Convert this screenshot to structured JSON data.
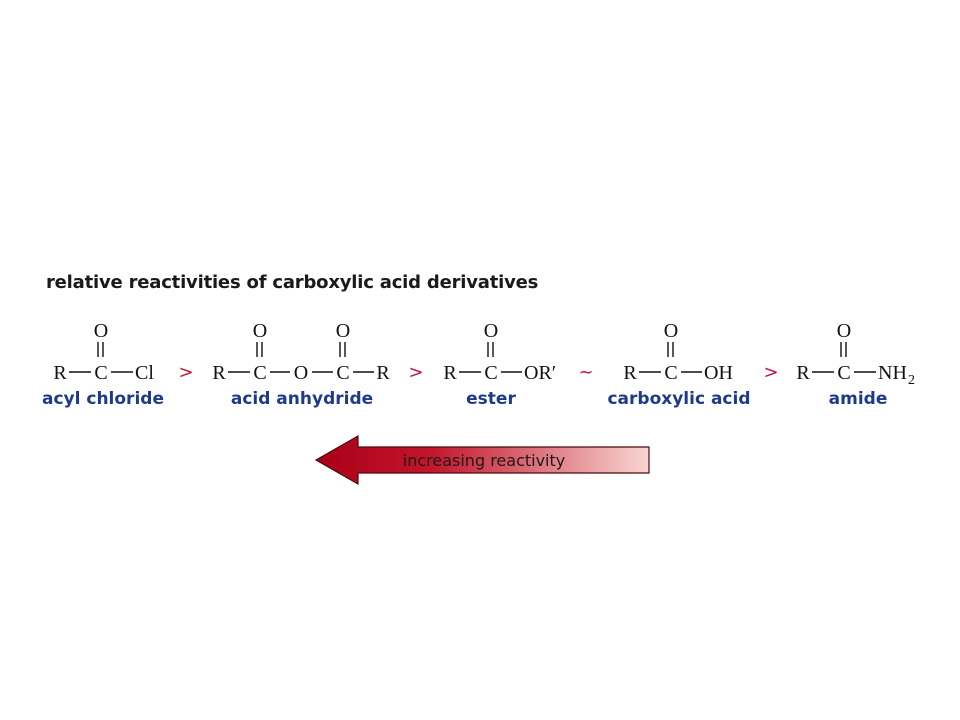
{
  "title": "relative reactivities of carboxylic acid derivatives",
  "colors": {
    "label": "#1f3a8a",
    "operator": "#c0143c",
    "arrow_dark": "#b3001e",
    "arrow_light": "#f7d0cc",
    "ink": "#111111"
  },
  "atoms": {
    "R": "R",
    "C": "C",
    "O": "O",
    "Cl": "Cl",
    "OR_prime": "OR′",
    "OH": "OH",
    "NH": "NH",
    "sub_2": "2"
  },
  "compounds": [
    {
      "label": "acyl chloride"
    },
    {
      "label": "acid anhydride"
    },
    {
      "label": "ester"
    },
    {
      "label": "carboxylic acid"
    },
    {
      "label": "amide"
    }
  ],
  "operators": [
    ">",
    ">",
    "~",
    ">"
  ],
  "arrow": {
    "label": "increasing reactivity"
  }
}
